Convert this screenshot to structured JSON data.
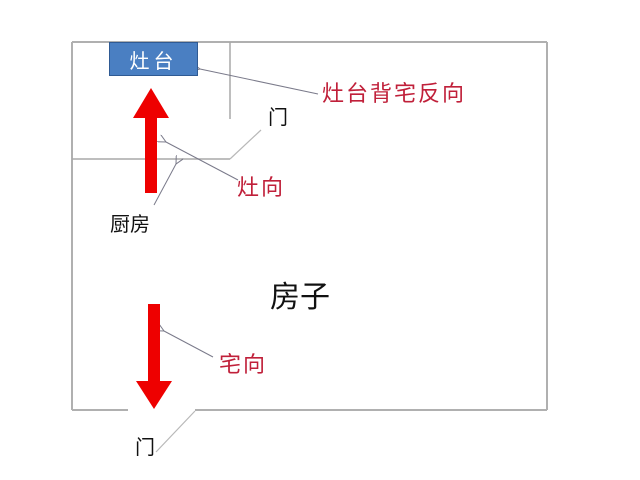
{
  "diagram": {
    "type": "floor-plan",
    "colors": {
      "wall": "#b0b0b0",
      "arrow": "#ee0000",
      "stove_fill": "#4a7fc2",
      "annotation_text": "#c0203a",
      "text": "#111111"
    },
    "stove": {
      "label": "灶台"
    },
    "labels": {
      "stove_back_direction": "灶台背宅反向",
      "kitchen_door": "门",
      "stove_direction": "灶向",
      "kitchen": "厨房",
      "house": "房子",
      "house_direction": "宅向",
      "main_door": "门"
    },
    "arrows": [
      {
        "name": "stove-direction-arrow",
        "direction": "up"
      },
      {
        "name": "house-direction-arrow",
        "direction": "down"
      }
    ]
  }
}
